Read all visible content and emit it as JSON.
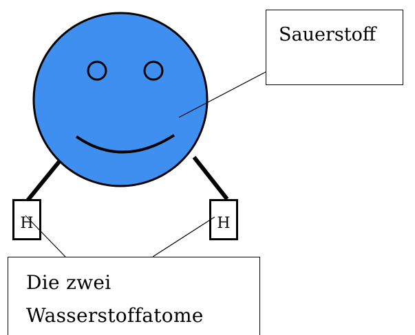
{
  "oxygen": {
    "label": "Sauerstoff",
    "color": "#3f8ff0"
  },
  "hydrogen": {
    "left_symbol": "H",
    "right_symbol": "H"
  },
  "caption": {
    "line1": "Die zwei",
    "line2": "Wasserstoffatome"
  }
}
